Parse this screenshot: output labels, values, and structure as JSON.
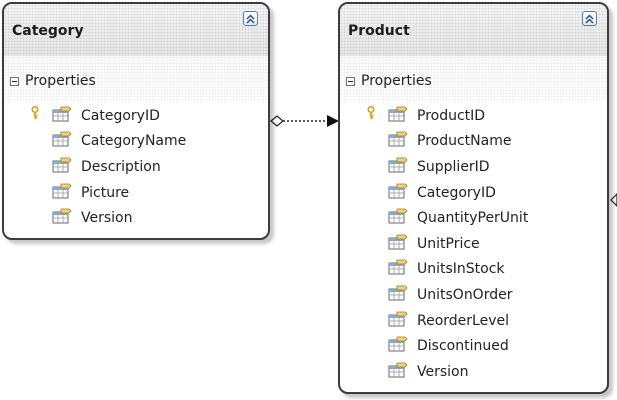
{
  "entities": [
    {
      "title": "Category",
      "group_label": "Properties",
      "properties": [
        {
          "name": "CategoryID",
          "is_key": true
        },
        {
          "name": "CategoryName",
          "is_key": false
        },
        {
          "name": "Description",
          "is_key": false
        },
        {
          "name": "Picture",
          "is_key": false
        },
        {
          "name": "Version",
          "is_key": false
        }
      ]
    },
    {
      "title": "Product",
      "group_label": "Properties",
      "properties": [
        {
          "name": "ProductID",
          "is_key": true
        },
        {
          "name": "ProductName",
          "is_key": false
        },
        {
          "name": "SupplierID",
          "is_key": false
        },
        {
          "name": "CategoryID",
          "is_key": false
        },
        {
          "name": "QuantityPerUnit",
          "is_key": false
        },
        {
          "name": "UnitPrice",
          "is_key": false
        },
        {
          "name": "UnitsInStock",
          "is_key": false
        },
        {
          "name": "UnitsOnOrder",
          "is_key": false
        },
        {
          "name": "ReorderLevel",
          "is_key": false
        },
        {
          "name": "Discontinued",
          "is_key": false
        },
        {
          "name": "Version",
          "is_key": false
        }
      ]
    }
  ],
  "colors": {
    "border": "#3c3c3c",
    "key_icon": "#d9a300",
    "property_icon_fill": "#f1d27a",
    "collapse_button": "#5b7fa8"
  },
  "icons": {
    "collapse": "double-chevron-up-icon",
    "group_toggle": "minus-box-icon",
    "key": "key-icon",
    "property": "property-icon"
  }
}
